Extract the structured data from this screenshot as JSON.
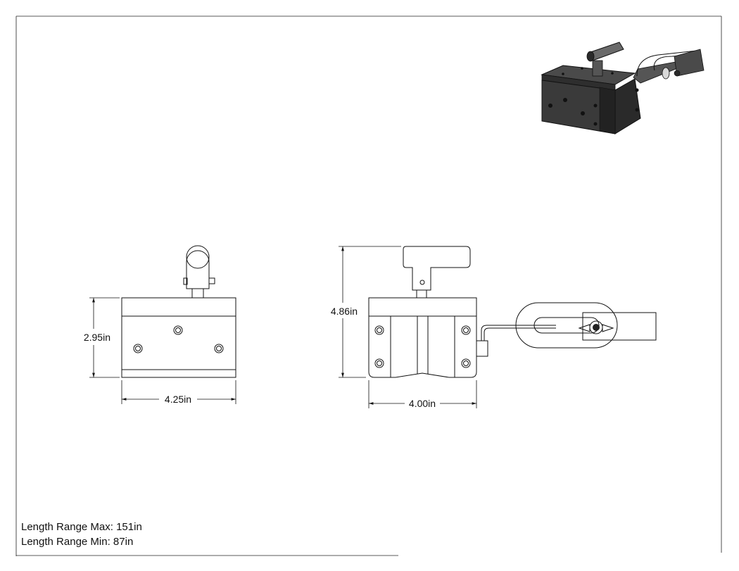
{
  "drawing": {
    "dimensions": {
      "front_height": "2.95in",
      "front_width": "4.25in",
      "side_height": "4.86in",
      "side_width": "4.00in"
    },
    "notes": {
      "length_max": "Length Range Max: 151in",
      "length_min": "Length Range Min: 87in"
    }
  },
  "colors": {
    "ink": "#111111",
    "iso_body": "#3a3a3a",
    "iso_dark": "#1c1c1c",
    "iso_light": "#6a6a6a"
  }
}
